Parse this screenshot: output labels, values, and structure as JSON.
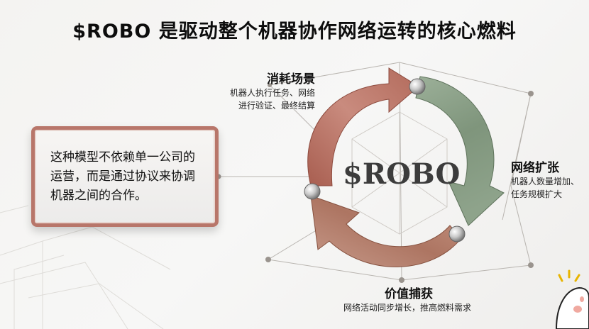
{
  "title": "$ROBO 是驱动整个机器协作网络运转的核心燃料",
  "note": {
    "text": "这种模型不依赖单一公司的运营，而是通过协议来协调机器之间的合作。"
  },
  "center": "$ROBO",
  "stages": [
    {
      "title": "消耗场景",
      "desc_lines": [
        "机器人执行任务、网络",
        "进行验证、最终结算"
      ]
    },
    {
      "title": "网络扩张",
      "desc_lines": [
        "机器人数量增加、",
        "任务规模扩大"
      ]
    },
    {
      "title": "价值捕获",
      "desc_lines": [
        "网络活动同步增长，推高燃料需求"
      ]
    }
  ],
  "colors": {
    "red_arrow": "#b8766a",
    "green_arrow": "#8fa48d",
    "brown_arrow": "#b57f6c",
    "note_border": "#b8766a"
  }
}
